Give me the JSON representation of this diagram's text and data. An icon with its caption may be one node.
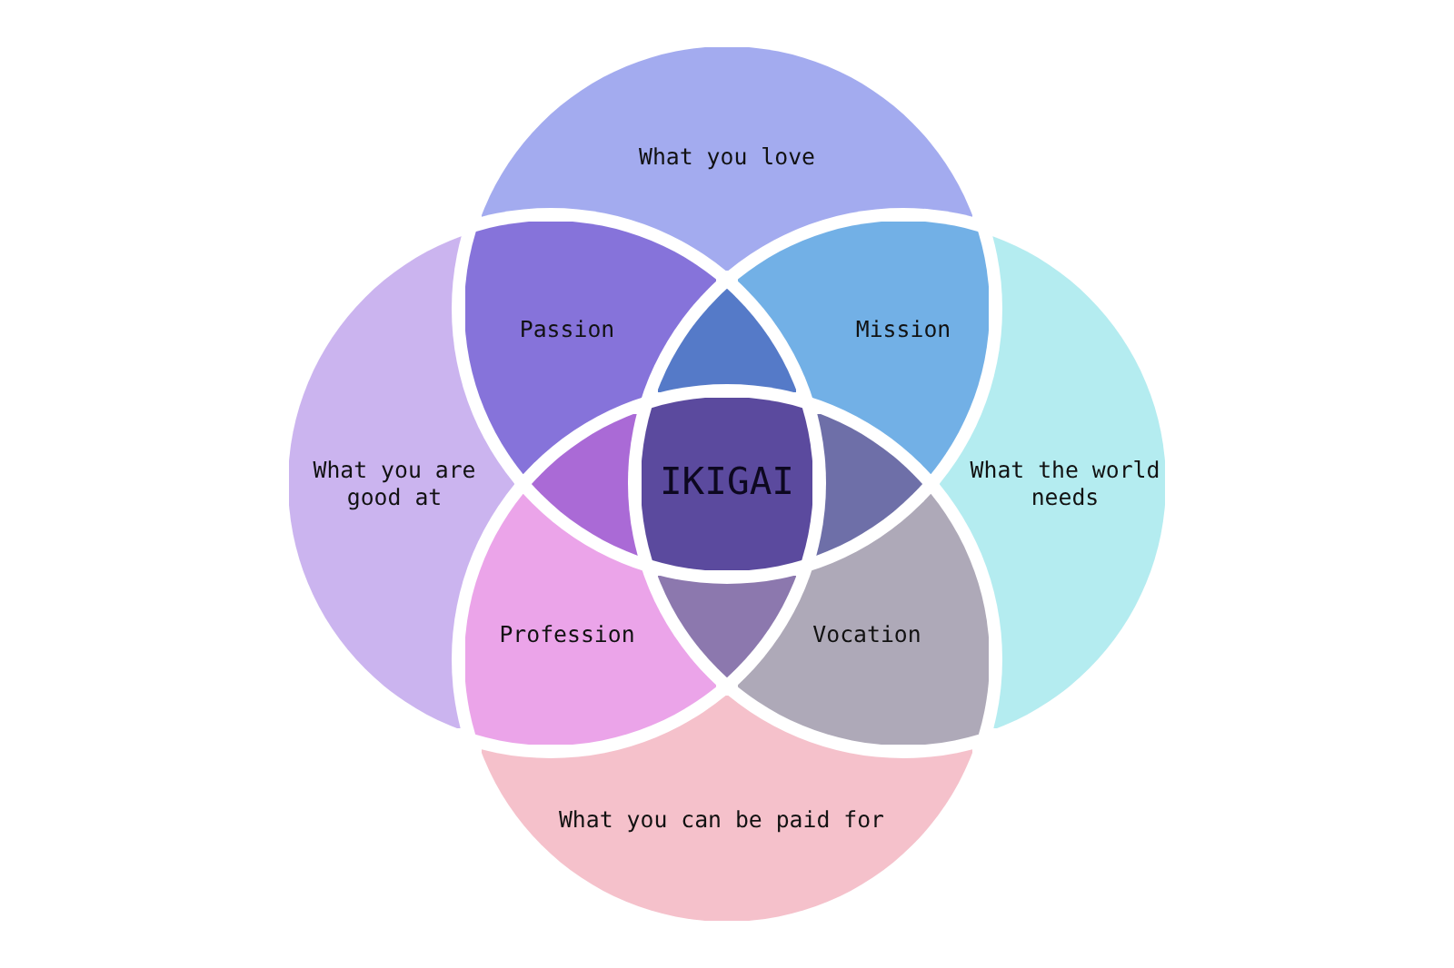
{
  "diagram": {
    "nodes": [
      {
        "text": [
          "What you love"
        ]
      },
      {
        "text": [
          "Passion"
        ]
      },
      {
        "text": [
          "Mission"
        ]
      },
      {
        "text": [],
        "shape": "triangle"
      },
      {
        "text": [
          "What you are good at"
        ]
      },
      {
        "text": [],
        "shape": "triangle"
      },
      {
        "text": [
          "IKIGAI"
        ]
      },
      {
        "text": [],
        "shape": "triangle"
      },
      {
        "text": [
          "What the world needs"
        ]
      },
      {
        "text": [],
        "shape": "triangle"
      },
      {
        "text": [
          "Profession"
        ]
      },
      {
        "text": [
          "Vocation"
        ]
      },
      {
        "text": [
          "What you can be paid for"
        ]
      }
    ]
  }
}
